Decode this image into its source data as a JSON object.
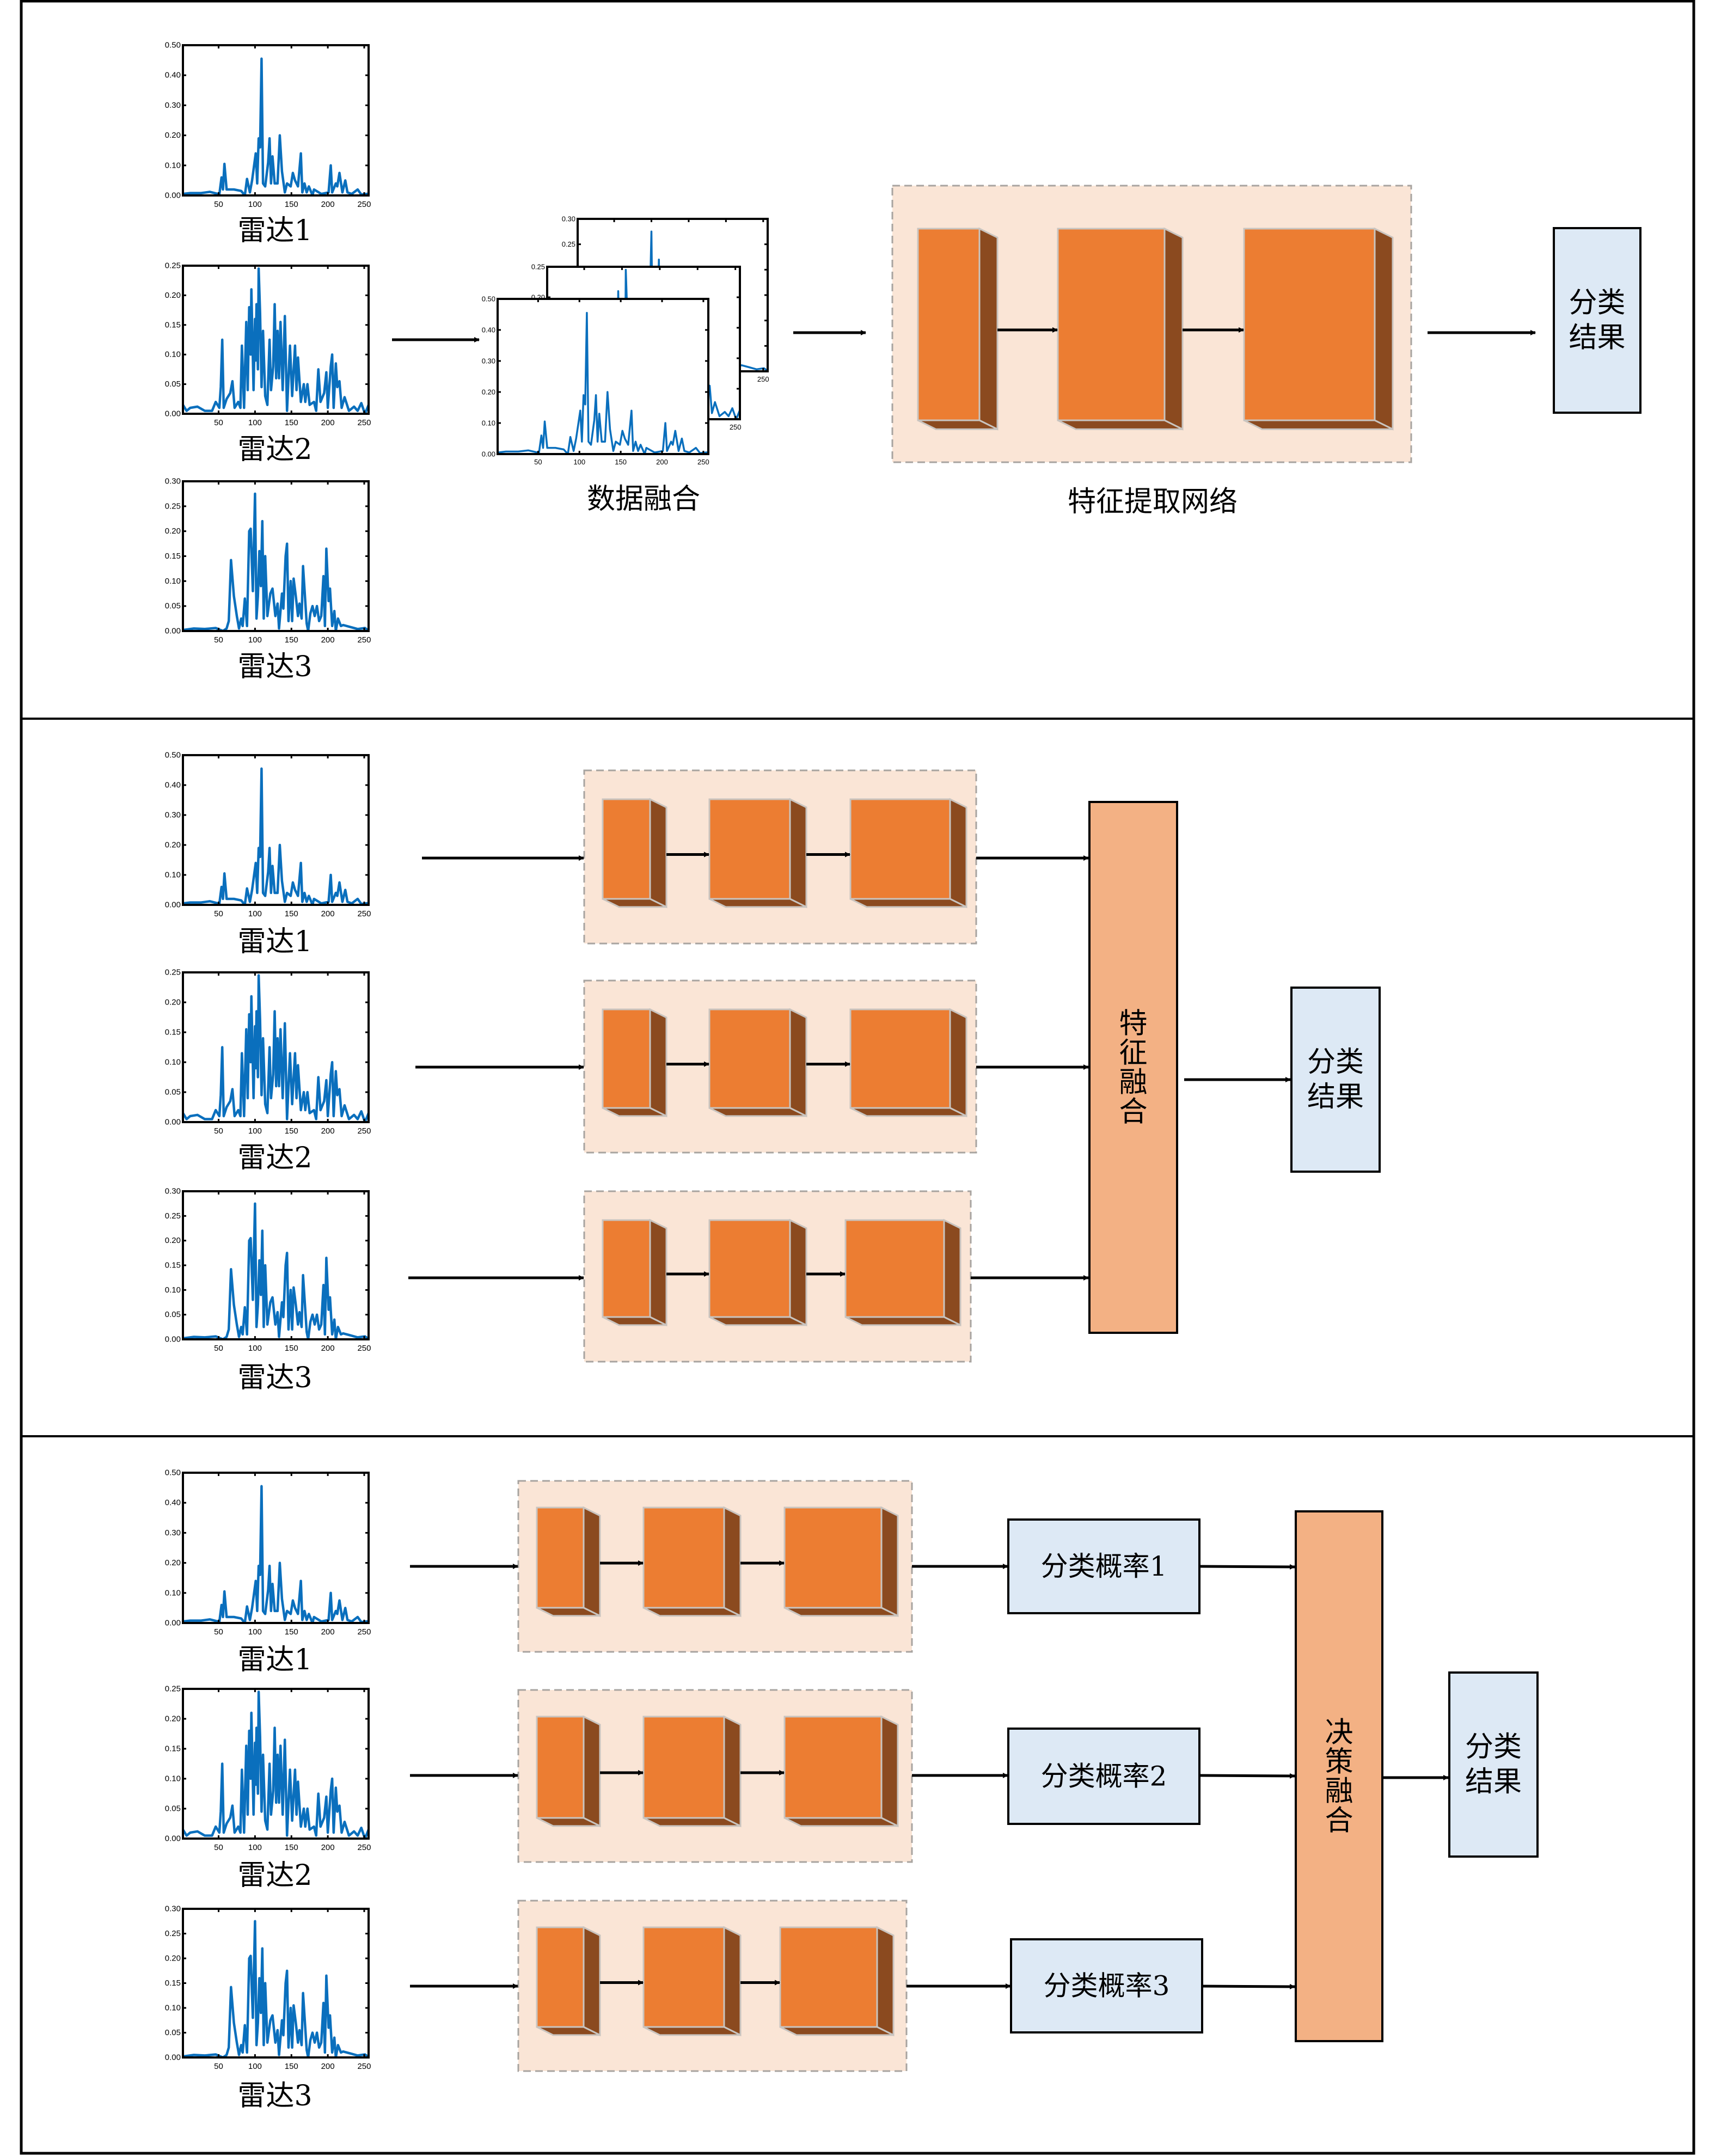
{
  "colors": {
    "panel_border": "#000000",
    "signal_line": "#0a6fbd",
    "net_container_fill": "#fae5d6",
    "net_container_border": "#a8a4a0",
    "block_front": "#ec7d32",
    "block_side": "#8b4a1f",
    "block_edge": "#c9c4bf",
    "fusion_fill": "#f3b184",
    "result_fill": "#dde9f5"
  },
  "radar_labels": [
    "雷达1",
    "雷达2",
    "雷达3"
  ],
  "panels": [
    {
      "id": "data-level-fusion",
      "fusion_label": "数据融合",
      "network_label": "特征提取网络",
      "result_label": [
        "分类",
        "结果"
      ]
    },
    {
      "id": "feature-level-fusion",
      "fusion_label": "特征融合",
      "result_label": [
        "分类",
        "结果"
      ]
    },
    {
      "id": "decision-level-fusion",
      "probability_labels": [
        "分类概率1",
        "分类概率2",
        "分类概率3"
      ],
      "fusion_label": "决策融合",
      "result_label": [
        "分类",
        "结果"
      ]
    }
  ],
  "chart_data": [
    {
      "type": "line",
      "name": "雷达1",
      "xlabel": "",
      "ylabel": "",
      "xlim": [
        1,
        256
      ],
      "ylim": [
        0,
        0.5
      ],
      "xticks": [
        50,
        100,
        150,
        200,
        250
      ],
      "yticks": [
        "0.00",
        "0.10",
        "0.20",
        "0.30",
        "0.40",
        "0.50"
      ],
      "peaks": [
        [
          0,
          0.005
        ],
        [
          10,
          0.008
        ],
        [
          25,
          0.008
        ],
        [
          37,
          0.012
        ],
        [
          50,
          0.004
        ],
        [
          53,
          0.06
        ],
        [
          55,
          0.02
        ],
        [
          57,
          0.105
        ],
        [
          60,
          0.02
        ],
        [
          70,
          0.02
        ],
        [
          80,
          0.015
        ],
        [
          85,
          0.0
        ],
        [
          88,
          0.055
        ],
        [
          92,
          0.01
        ],
        [
          95,
          0.05
        ],
        [
          100,
          0.14
        ],
        [
          102,
          0.04
        ],
        [
          104,
          0.19
        ],
        [
          106,
          0.16
        ],
        [
          108,
          0.455
        ],
        [
          110,
          0.04
        ],
        [
          113,
          0.03
        ],
        [
          117,
          0.11
        ],
        [
          119,
          0.19
        ],
        [
          121,
          0.04
        ],
        [
          123,
          0.13
        ],
        [
          126,
          0.04
        ],
        [
          130,
          0.04
        ],
        [
          133,
          0.2
        ],
        [
          136,
          0.08
        ],
        [
          140,
          0.01
        ],
        [
          143,
          0.04
        ],
        [
          148,
          0.03
        ],
        [
          151,
          0.075
        ],
        [
          154,
          0.05
        ],
        [
          158,
          0.03
        ],
        [
          162,
          0.14
        ],
        [
          164,
          0.01
        ],
        [
          167,
          0.04
        ],
        [
          170,
          0.01
        ],
        [
          173,
          0.03
        ],
        [
          178,
          0.0
        ],
        [
          180,
          0.02
        ],
        [
          190,
          0.005
        ],
        [
          200,
          0.01
        ],
        [
          203,
          0.1
        ],
        [
          205,
          0.01
        ],
        [
          210,
          0.04
        ],
        [
          212,
          0.03
        ],
        [
          215,
          0.075
        ],
        [
          219,
          0.01
        ],
        [
          223,
          0.05
        ],
        [
          226,
          0.01
        ],
        [
          232,
          0.005
        ],
        [
          240,
          0.02
        ],
        [
          245,
          0.003
        ],
        [
          256,
          0.006
        ]
      ]
    },
    {
      "type": "line",
      "name": "雷达2",
      "xlabel": "",
      "ylabel": "",
      "xlim": [
        1,
        256
      ],
      "ylim": [
        0,
        0.25
      ],
      "xticks": [
        50,
        100,
        150,
        200,
        250
      ],
      "yticks": [
        "0.00",
        "0.05",
        "0.10",
        "0.15",
        "0.20",
        "0.25"
      ],
      "peaks": [
        [
          0,
          0.015
        ],
        [
          5,
          0.005
        ],
        [
          10,
          0.01
        ],
        [
          20,
          0.012
        ],
        [
          30,
          0.005
        ],
        [
          40,
          0.005
        ],
        [
          45,
          0.02
        ],
        [
          50,
          0.01
        ],
        [
          52,
          0.045
        ],
        [
          54,
          0.125
        ],
        [
          56,
          0.01
        ],
        [
          60,
          0.025
        ],
        [
          65,
          0.035
        ],
        [
          68,
          0.055
        ],
        [
          71,
          0.01
        ],
        [
          76,
          0.02
        ],
        [
          79,
          0.01
        ],
        [
          81,
          0.115
        ],
        [
          84,
          0.01
        ],
        [
          87,
          0.155
        ],
        [
          89,
          0.04
        ],
        [
          91,
          0.18
        ],
        [
          93,
          0.1
        ],
        [
          94,
          0.21
        ],
        [
          97,
          0.04
        ],
        [
          99,
          0.16
        ],
        [
          100,
          0.09
        ],
        [
          101,
          0.185
        ],
        [
          103,
          0.075
        ],
        [
          104,
          0.245
        ],
        [
          106,
          0.17
        ],
        [
          108,
          0.045
        ],
        [
          110,
          0.14
        ],
        [
          113,
          0.03
        ],
        [
          116,
          0.015
        ],
        [
          119,
          0.125
        ],
        [
          121,
          0.04
        ],
        [
          124,
          0.08
        ],
        [
          126,
          0.185
        ],
        [
          128,
          0.06
        ],
        [
          130,
          0.14
        ],
        [
          132,
          0.06
        ],
        [
          134,
          0.155
        ],
        [
          137,
          0.04
        ],
        [
          140,
          0.165
        ],
        [
          143,
          0.005
        ],
        [
          147,
          0.115
        ],
        [
          150,
          0.03
        ],
        [
          154,
          0.115
        ],
        [
          156,
          0.04
        ],
        [
          158,
          0.095
        ],
        [
          162,
          0.02
        ],
        [
          166,
          0.05
        ],
        [
          168,
          0.02
        ],
        [
          171,
          0.05
        ],
        [
          174,
          0.015
        ],
        [
          180,
          0.02
        ],
        [
          183,
          0.005
        ],
        [
          186,
          0.075
        ],
        [
          189,
          0.02
        ],
        [
          194,
          0.035
        ],
        [
          197,
          0.07
        ],
        [
          199,
          0.01
        ],
        [
          203,
          0.08
        ],
        [
          205,
          0.1
        ],
        [
          207,
          0.01
        ],
        [
          210,
          0.085
        ],
        [
          212,
          0.045
        ],
        [
          215,
          0.055
        ],
        [
          218,
          0.01
        ],
        [
          222,
          0.028
        ],
        [
          228,
          0.005
        ],
        [
          235,
          0.012
        ],
        [
          240,
          0.005
        ],
        [
          245,
          0.018
        ],
        [
          250,
          0.0
        ],
        [
          256,
          0.015
        ]
      ]
    },
    {
      "type": "line",
      "name": "雷达3",
      "xlabel": "",
      "ylabel": "",
      "xlim": [
        1,
        256
      ],
      "ylim": [
        0,
        0.3
      ],
      "xticks": [
        50,
        100,
        150,
        200,
        250
      ],
      "yticks": [
        "0.00",
        "0.05",
        "0.10",
        "0.15",
        "0.20",
        "0.25",
        "0.30"
      ],
      "peaks": [
        [
          0,
          0.002
        ],
        [
          15,
          0.005
        ],
        [
          30,
          0.004
        ],
        [
          45,
          0.006
        ],
        [
          55,
          0.0
        ],
        [
          60,
          0.005
        ],
        [
          63,
          0.02
        ],
        [
          66,
          0.142
        ],
        [
          70,
          0.07
        ],
        [
          74,
          0.03
        ],
        [
          77,
          0.005
        ],
        [
          80,
          0.025
        ],
        [
          82,
          0.01
        ],
        [
          85,
          0.065
        ],
        [
          88,
          0.01
        ],
        [
          91,
          0.2
        ],
        [
          93,
          0.205
        ],
        [
          96,
          0.08
        ],
        [
          99,
          0.275
        ],
        [
          101,
          0.025
        ],
        [
          103,
          0.07
        ],
        [
          105,
          0.16
        ],
        [
          107,
          0.09
        ],
        [
          109,
          0.22
        ],
        [
          111,
          0.025
        ],
        [
          113,
          0.15
        ],
        [
          116,
          0.03
        ],
        [
          120,
          0.075
        ],
        [
          123,
          0.085
        ],
        [
          127,
          0.03
        ],
        [
          130,
          0.055
        ],
        [
          132,
          0.005
        ],
        [
          136,
          0.075
        ],
        [
          138,
          0.045
        ],
        [
          141,
          0.15
        ],
        [
          143,
          0.175
        ],
        [
          145,
          0.02
        ],
        [
          148,
          0.1
        ],
        [
          150,
          0.02
        ],
        [
          152,
          0.105
        ],
        [
          155,
          0.07
        ],
        [
          158,
          0.03
        ],
        [
          160,
          0.055
        ],
        [
          163,
          0.025
        ],
        [
          165,
          0.13
        ],
        [
          170,
          0.015
        ],
        [
          172,
          0.0
        ],
        [
          175,
          0.035
        ],
        [
          178,
          0.05
        ],
        [
          181,
          0.03
        ],
        [
          184,
          0.05
        ],
        [
          187,
          0.02
        ],
        [
          190,
          0.03
        ],
        [
          193,
          0.11
        ],
        [
          195,
          0.01
        ],
        [
          197,
          0.165
        ],
        [
          200,
          0.06
        ],
        [
          202,
          0.085
        ],
        [
          205,
          0.01
        ],
        [
          208,
          0.04
        ],
        [
          210,
          0.0
        ],
        [
          213,
          0.025
        ],
        [
          217,
          0.01
        ],
        [
          220,
          0.012
        ],
        [
          230,
          0.008
        ],
        [
          240,
          0.004
        ],
        [
          250,
          0.006
        ],
        [
          256,
          0.001
        ]
      ]
    }
  ]
}
